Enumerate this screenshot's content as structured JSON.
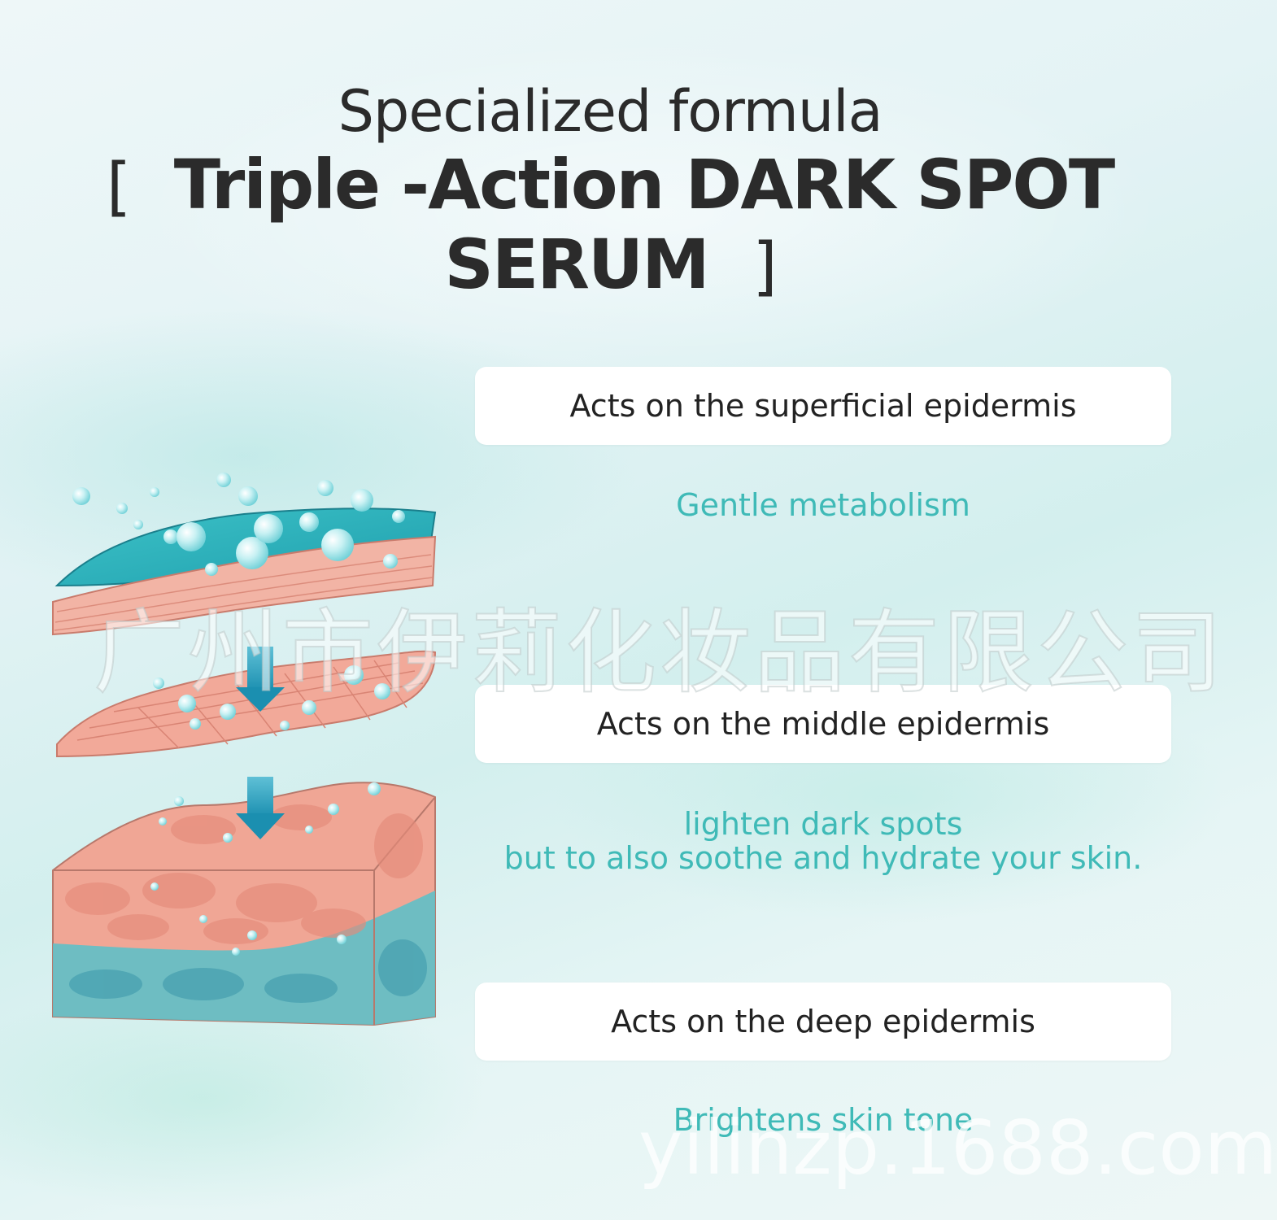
{
  "title": {
    "line1": "Specialized formula",
    "bracket_open": "[",
    "line2": "Triple -Action DARK SPOT SERUM",
    "bracket_close": "]"
  },
  "layers": [
    {
      "label": "Acts on the superficial epidermis",
      "benefit_lines": [
        "Gentle metabolism"
      ]
    },
    {
      "label": "Acts on the middle epidermis",
      "benefit_lines": [
        "lighten dark spots",
        "but to also soothe and hydrate your skin."
      ]
    },
    {
      "label": "Acts on the deep epidermis",
      "benefit_lines": [
        "Brightens skin tone"
      ]
    }
  ],
  "watermarks": {
    "company": "广州市伊莉化妆品有限公司",
    "url": "yilinzp.1688.com"
  },
  "colors": {
    "teal": "#3fbab7",
    "skin": "#ef9f8e",
    "deep_teal": "#2d9fae"
  }
}
